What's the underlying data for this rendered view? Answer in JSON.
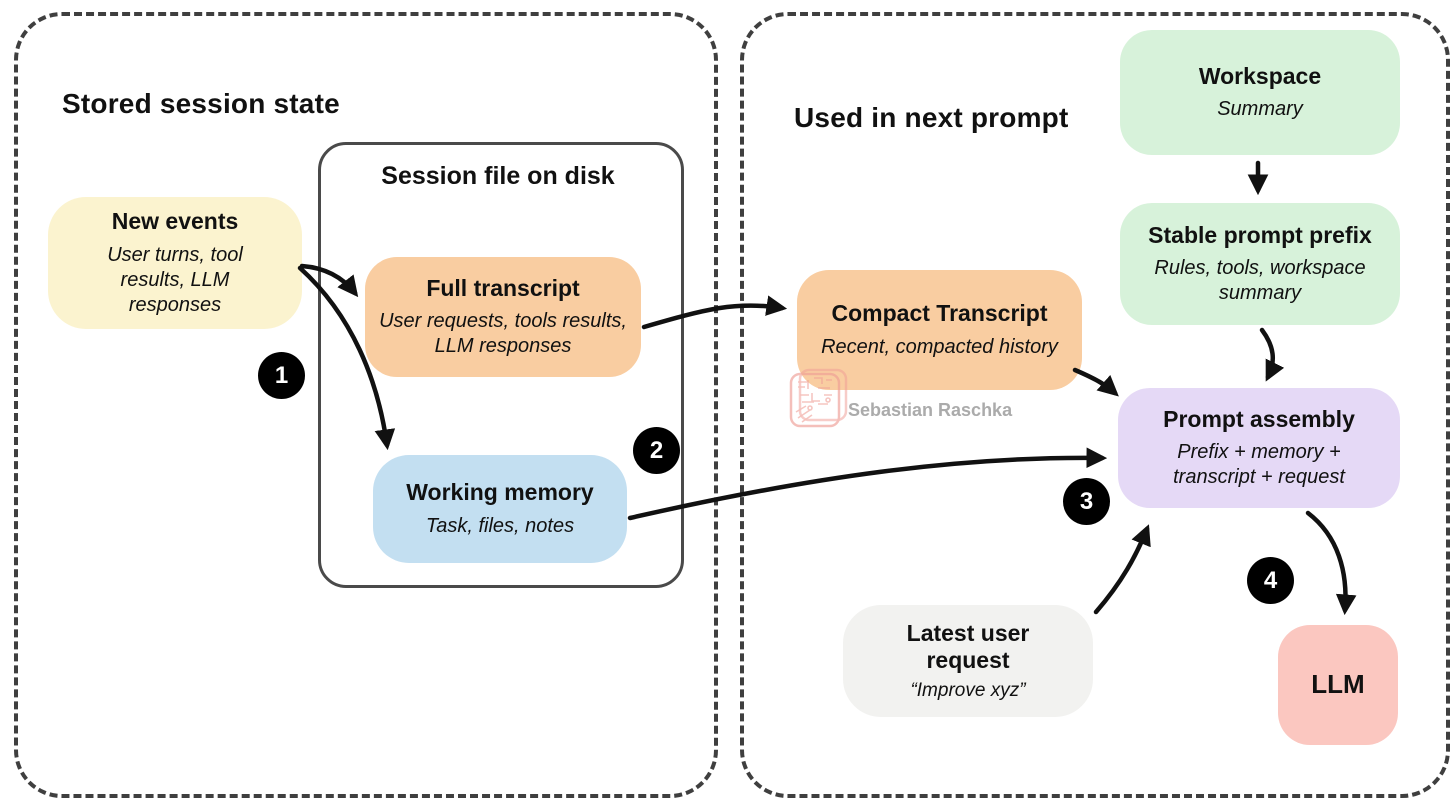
{
  "colors": {
    "dashed_border": "#3f3f3f",
    "solid_border": "#4a4a4a",
    "yellow": "#fbf3cf",
    "orange": "#f9cda1",
    "blue": "#c3dff1",
    "green": "#d7f2da",
    "purple": "#e5d9f6",
    "gray": "#f2f2f0",
    "pink": "#fbc7c0",
    "badge": "#000000",
    "arrow": "#111111",
    "watermark_text": "#ababab",
    "watermark_stamp": "#ef9e96"
  },
  "left_panel": {
    "title": "Stored session state",
    "new_events": {
      "title": "New events",
      "subtitle": "User turns, tool results, LLM responses"
    },
    "session_file": {
      "title": "Session file on disk",
      "full_transcript": {
        "title": "Full transcript",
        "subtitle": "User requests, tools results, LLM responses"
      },
      "working_memory": {
        "title": "Working memory",
        "subtitle": "Task, files, notes"
      }
    }
  },
  "right_panel": {
    "title": "Used in next prompt",
    "workspace": {
      "title": "Workspace",
      "subtitle": "Summary"
    },
    "stable_prompt_prefix": {
      "title": "Stable prompt prefix",
      "subtitle": "Rules, tools, workspace summary"
    },
    "compact_transcript": {
      "title": "Compact Transcript",
      "subtitle": "Recent, compacted history"
    },
    "prompt_assembly": {
      "title": "Prompt assembly",
      "subtitle": "Prefix + memory + transcript + request"
    },
    "latest_user_request": {
      "title": "Latest user request",
      "subtitle": "“Improve xyz”"
    },
    "llm": {
      "title": "LLM"
    }
  },
  "badges": {
    "b1": "1",
    "b2": "2",
    "b3": "3",
    "b4": "4"
  },
  "watermark": {
    "text": "Sebastian Raschka"
  }
}
